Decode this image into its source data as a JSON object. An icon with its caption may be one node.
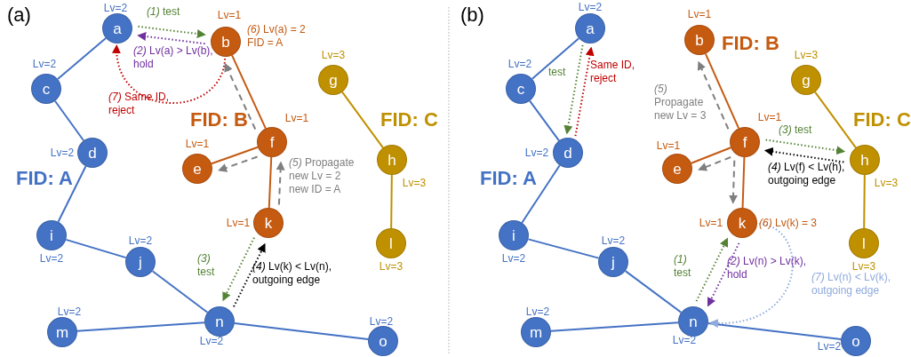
{
  "diagram": {
    "nodes": [
      {
        "text": [
          "a"
        ],
        "beside": [
          "Lv=2"
        ]
      },
      {
        "text": [
          "b"
        ],
        "beside": [
          "Lv=1",
          "*(6)* Lv(a) = 2 FID = A"
        ]
      },
      {
        "text": [
          "c"
        ],
        "beside": [
          "Lv=2"
        ]
      },
      {
        "text": [
          "d"
        ],
        "beside": [
          "Lv=2"
        ]
      },
      {
        "text": [
          "e"
        ],
        "beside": [
          "Lv=1"
        ]
      },
      {
        "text": [
          "f"
        ],
        "beside": [
          "Lv=1"
        ]
      },
      {
        "text": [
          "g"
        ],
        "beside": [
          "Lv=3"
        ]
      },
      {
        "text": [
          "h"
        ],
        "beside": [
          "Lv=3"
        ]
      },
      {
        "text": [
          "i"
        ],
        "beside": [
          "Lv=2"
        ]
      },
      {
        "text": [
          "j"
        ],
        "beside": [
          "Lv=2"
        ]
      },
      {
        "text": [
          "k"
        ],
        "beside": [
          "Lv=1"
        ]
      },
      {
        "text": [
          "l"
        ],
        "beside": [
          "Lv=3"
        ]
      },
      {
        "text": [
          "m"
        ],
        "beside": [
          "Lv=2"
        ]
      },
      {
        "text": [
          "n"
        ],
        "beside": [
          "Lv=2"
        ]
      },
      {
        "text": [
          "o"
        ],
        "beside": [
          "Lv=2"
        ]
      },
      {
        "text": [
          "a"
        ],
        "beside": [
          "Lv=2"
        ]
      },
      {
        "text": [
          "b"
        ],
        "beside": [
          "Lv=1"
        ]
      },
      {
        "text": [
          "c"
        ],
        "beside": [
          "Lv=2"
        ]
      },
      {
        "text": [
          "d"
        ],
        "beside": [
          "Lv=2"
        ]
      },
      {
        "text": [
          "e"
        ],
        "beside": [
          "Lv=1"
        ]
      },
      {
        "text": [
          "f"
        ],
        "beside": [
          "Lv=1"
        ]
      },
      {
        "text": [
          "g"
        ],
        "beside": [
          "Lv=3"
        ]
      },
      {
        "text": [
          "h"
        ],
        "beside": [
          "Lv=3"
        ]
      },
      {
        "text": [
          "i"
        ],
        "beside": [
          "Lv=2"
        ]
      },
      {
        "text": [
          "j"
        ],
        "beside": [
          "Lv=2"
        ]
      },
      {
        "text": [
          "k"
        ],
        "beside": [
          "Lv=1",
          "*(6)* Lv(k) = 3"
        ]
      },
      {
        "text": [
          "l"
        ],
        "beside": [
          "Lv=3"
        ]
      },
      {
        "text": [
          "m"
        ],
        "beside": [
          "Lv=2"
        ]
      },
      {
        "text": [
          "n"
        ],
        "beside": [
          "Lv=2"
        ]
      },
      {
        "text": [
          "o"
        ],
        "beside": [
          "Lv=2"
        ]
      }
    ],
    "edges": [
      {
        "from": 0,
        "to": 2,
        "arrow": "none"
      },
      {
        "from": 2,
        "to": 3,
        "arrow": "none"
      },
      {
        "from": 3,
        "to": 8,
        "arrow": "none"
      },
      {
        "from": 8,
        "to": 9,
        "arrow": "none"
      },
      {
        "from": 9,
        "to": 13,
        "arrow": "none"
      },
      {
        "from": 12,
        "to": 13,
        "arrow": "none"
      },
      {
        "from": 13,
        "to": 14,
        "arrow": "none"
      },
      {
        "from": 1,
        "to": 5,
        "arrow": "none",
        "color": "#c55a11"
      },
      {
        "from": 5,
        "to": 4,
        "arrow": "none",
        "color": "#c55a11"
      },
      {
        "from": 5,
        "to": 10,
        "arrow": "none",
        "color": "#c55a11"
      },
      {
        "from": 6,
        "to": 7,
        "arrow": "none",
        "color": "#bf9000"
      },
      {
        "from": 7,
        "to": 11,
        "arrow": "none",
        "color": "#bf9000"
      },
      {
        "from": 0,
        "to": 1,
        "arrow": "to",
        "style": "dashed",
        "color": "#548235",
        "label": "*(1)* test"
      },
      {
        "from": 1,
        "to": 0,
        "arrow": "to",
        "style": "dashed",
        "color": "#7030a0",
        "label": "*(2)* Lv(a) > Lv(b), hold"
      },
      {
        "from": 1,
        "to": 0,
        "arrow": "to",
        "style": "dashed",
        "color": "#c00000",
        "label": "*(7)* Same ID, reject"
      },
      {
        "from": 10,
        "to": 13,
        "arrow": "to",
        "style": "dashed",
        "color": "#548235",
        "label": "*(3)* test"
      },
      {
        "from": 13,
        "to": 10,
        "arrow": "to",
        "style": "dashed",
        "color": "#000000",
        "label": "*(4)* Lv(k) < Lv(n), outgoing edge"
      },
      {
        "from": 10,
        "to": 5,
        "arrow": "to",
        "style": "dashed",
        "color": "#7f7f7f",
        "label": "*(5)* Propagate new Lv = 2 new ID = A"
      },
      {
        "from": 5,
        "to": 1,
        "arrow": "to",
        "style": "dashed",
        "color": "#7f7f7f"
      },
      {
        "from": 5,
        "to": 4,
        "arrow": "to",
        "style": "dashed",
        "color": "#7f7f7f"
      },
      {
        "from": 15,
        "to": 17,
        "arrow": "none"
      },
      {
        "from": 17,
        "to": 18,
        "arrow": "none"
      },
      {
        "from": 18,
        "to": 23,
        "arrow": "none"
      },
      {
        "from": 23,
        "to": 24,
        "arrow": "none"
      },
      {
        "from": 24,
        "to": 28,
        "arrow": "none"
      },
      {
        "from": 27,
        "to": 28,
        "arrow": "none"
      },
      {
        "from": 28,
        "to": 29,
        "arrow": "none"
      },
      {
        "from": 16,
        "to": 20,
        "arrow": "none",
        "color": "#c55a11"
      },
      {
        "from": 20,
        "to": 19,
        "arrow": "none",
        "color": "#c55a11"
      },
      {
        "from": 20,
        "to": 25,
        "arrow": "none",
        "color": "#c55a11"
      },
      {
        "from": 21,
        "to": 22,
        "arrow": "none",
        "color": "#bf9000"
      },
      {
        "from": 22,
        "to": 26,
        "arrow": "none",
        "color": "#bf9000"
      },
      {
        "from": 15,
        "to": 18,
        "arrow": "to",
        "style": "dashed",
        "color": "#548235",
        "label": "test"
      },
      {
        "from": 18,
        "to": 15,
        "arrow": "to",
        "style": "dashed",
        "color": "#c00000",
        "label": "Same ID, reject"
      },
      {
        "from": 20,
        "to": 22,
        "arrow": "to",
        "style": "dashed",
        "color": "#548235",
        "label": "*(3)* test"
      },
      {
        "from": 22,
        "to": 20,
        "arrow": "to",
        "style": "dashed",
        "color": "#000000",
        "label": "*(4)* Lv(f) < Lv(h), outgoing edge"
      },
      {
        "from": 20,
        "to": 16,
        "arrow": "to",
        "style": "dashed",
        "color": "#7f7f7f",
        "label": "*(5)* Propagate new Lv = 3"
      },
      {
        "from": 20,
        "to": 19,
        "arrow": "to",
        "style": "dashed",
        "color": "#7f7f7f"
      },
      {
        "from": 20,
        "to": 25,
        "arrow": "to",
        "style": "dashed",
        "color": "#7f7f7f"
      },
      {
        "from": 28,
        "to": 25,
        "arrow": "to",
        "style": "dashed",
        "color": "#548235",
        "label": "*(1)* test"
      },
      {
        "from": 25,
        "to": 28,
        "arrow": "to",
        "style": "dashed",
        "color": "#7030a0",
        "label": "*(2)* Lv(n) > Lv(k), hold"
      },
      {
        "from": 25,
        "to": 28,
        "arrow": "to",
        "style": "dashed",
        "color": "#8faadc",
        "label": "*(7)* Lv(n) < Lv(k), outgoing edge"
      }
    ],
    "labels": [
      "(a)",
      "FID: A",
      "FID: B",
      "FID: C",
      "(b)",
      "FID: A",
      "FID: B",
      "FID: C"
    ]
  }
}
